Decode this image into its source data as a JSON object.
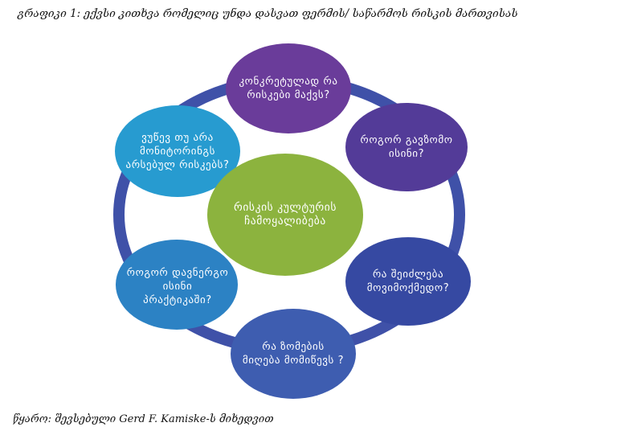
{
  "figure": {
    "title": "გრაფიკი 1: ექვსი კითხვა რომელიც უნდა დასვათ ფერმის/ საწარმოს რისკის მართვისას",
    "source": "წყარო: შევსებული Gerd F. Kamiske-ს მიხედვით"
  },
  "diagram": {
    "center": {
      "label": "რისკის კულტურის\nჩამოყალიბება",
      "color": "#8cb33e"
    },
    "ring_color": "#3f51a8",
    "nodes": [
      {
        "label": "კონკრეტულად რა\nრისკები მაქვს?",
        "color": "#6a3c9a"
      },
      {
        "label": "როგორ გავზომო\nისინი?",
        "color": "#533b98"
      },
      {
        "label": "რა შეიძლება\nმოვიმოქმედო?",
        "color": "#3649a2"
      },
      {
        "label": "რა ზომების\nმიღება მომიწევს ?",
        "color": "#3e5db0"
      },
      {
        "label": "როგორ დავნერგო\nისინი\nპრაქტიკაში?",
        "color": "#2c82c4"
      },
      {
        "label": "ვუწევ თუ არა\nმონიტორინგს\nარსებულ რისკებს?",
        "color": "#279bd0"
      }
    ]
  }
}
